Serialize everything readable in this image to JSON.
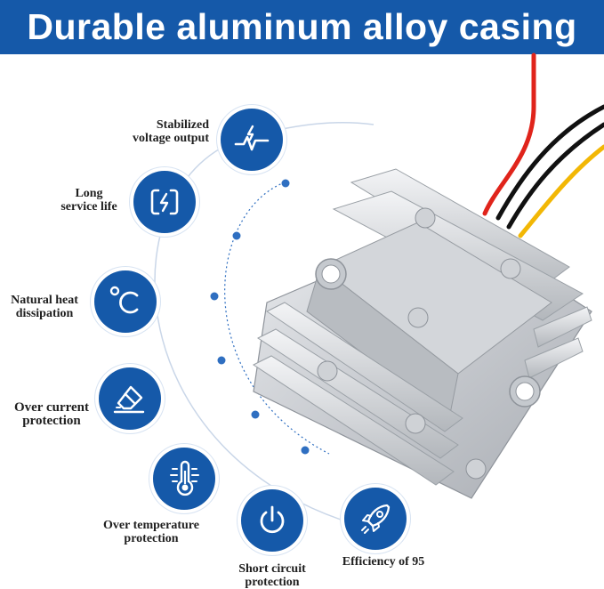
{
  "banner": {
    "title": "Durable aluminum alloy casing",
    "color": "#1559a9"
  },
  "features": [
    {
      "line1": "Stabilized",
      "line2": "voltage output",
      "icon": "voltage-wave-icon"
    },
    {
      "line1": "Long",
      "line2": "service life",
      "icon": "recycle-battery-icon"
    },
    {
      "line1": "Natural heat",
      "line2": "dissipation",
      "icon": "celsius-icon"
    },
    {
      "line1": "Over current",
      "line2": "protection",
      "icon": "eraser-icon"
    },
    {
      "line1": "Over temperature",
      "line2": "protection",
      "icon": "thermometer-icon"
    },
    {
      "line1": "Short circuit",
      "line2": "protection",
      "icon": "power-icon"
    },
    {
      "line1": "Efficiency of 95",
      "line2": "",
      "icon": "rocket-icon"
    }
  ],
  "product": {
    "name": "aluminum-dc-converter-module",
    "wire_colors": [
      "#e0241b",
      "#111111",
      "#111111",
      "#f2b705"
    ]
  }
}
